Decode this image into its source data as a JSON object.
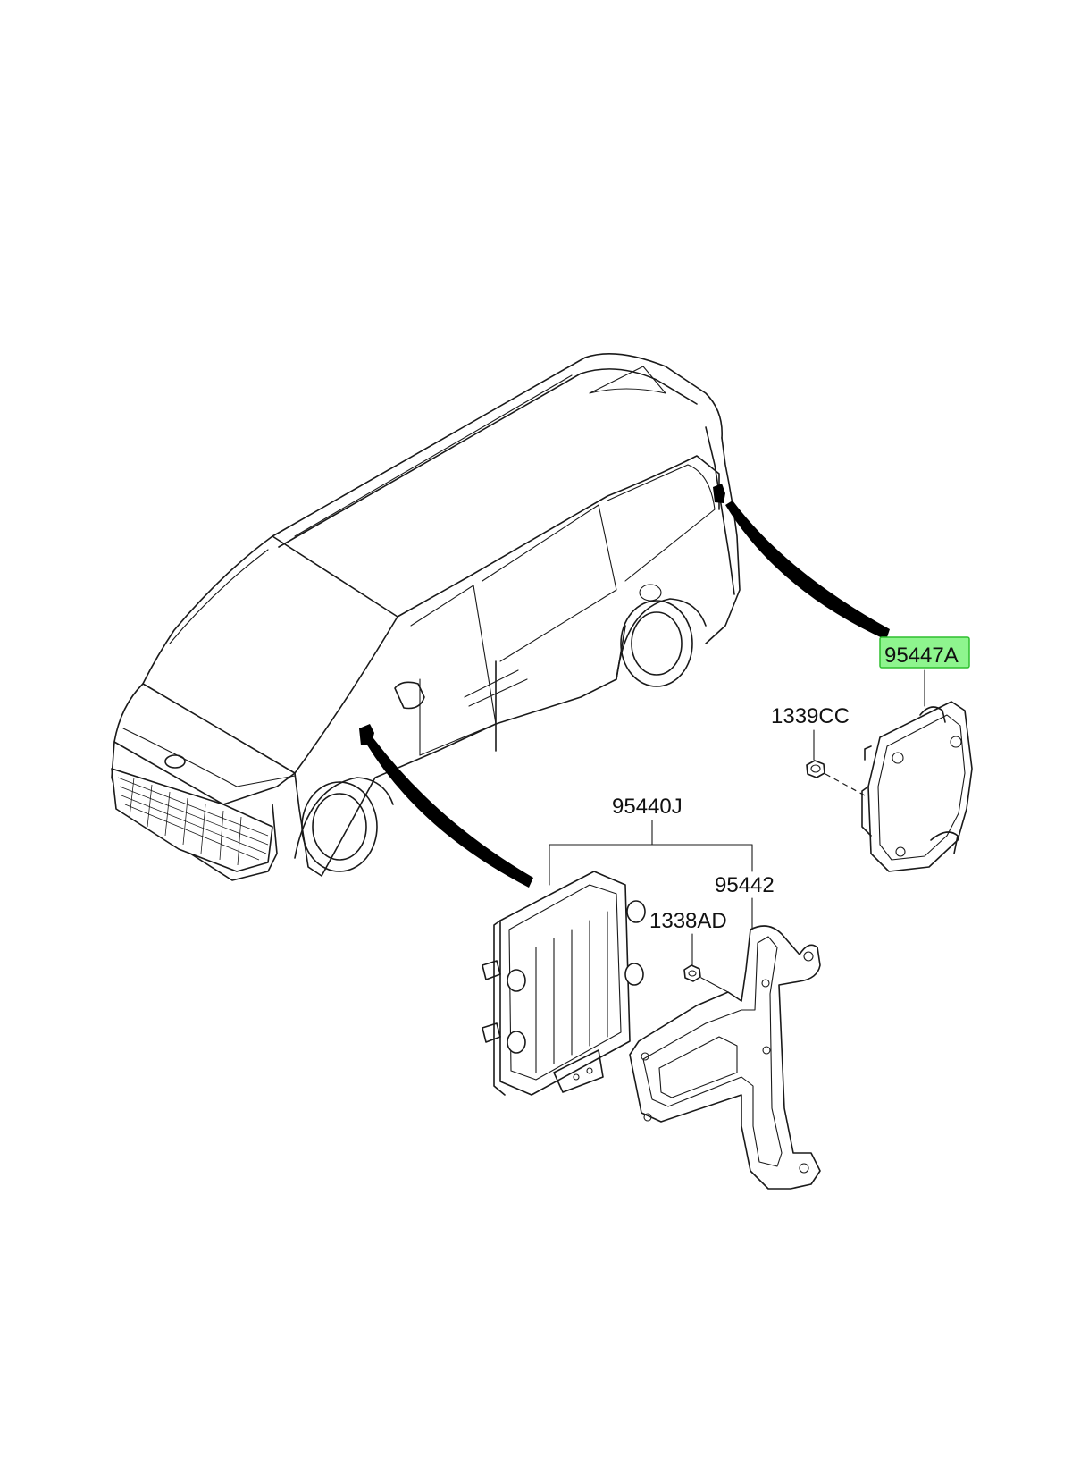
{
  "labels": {
    "part_95447A": "95447A",
    "part_1339CC": "1339CC",
    "part_95440J": "95440J",
    "part_95442": "95442",
    "part_1338AD": "1338AD"
  },
  "highlight": {
    "part": "95447A",
    "fill_color": "#8ef58e",
    "border_color": "#2fbf2f"
  }
}
